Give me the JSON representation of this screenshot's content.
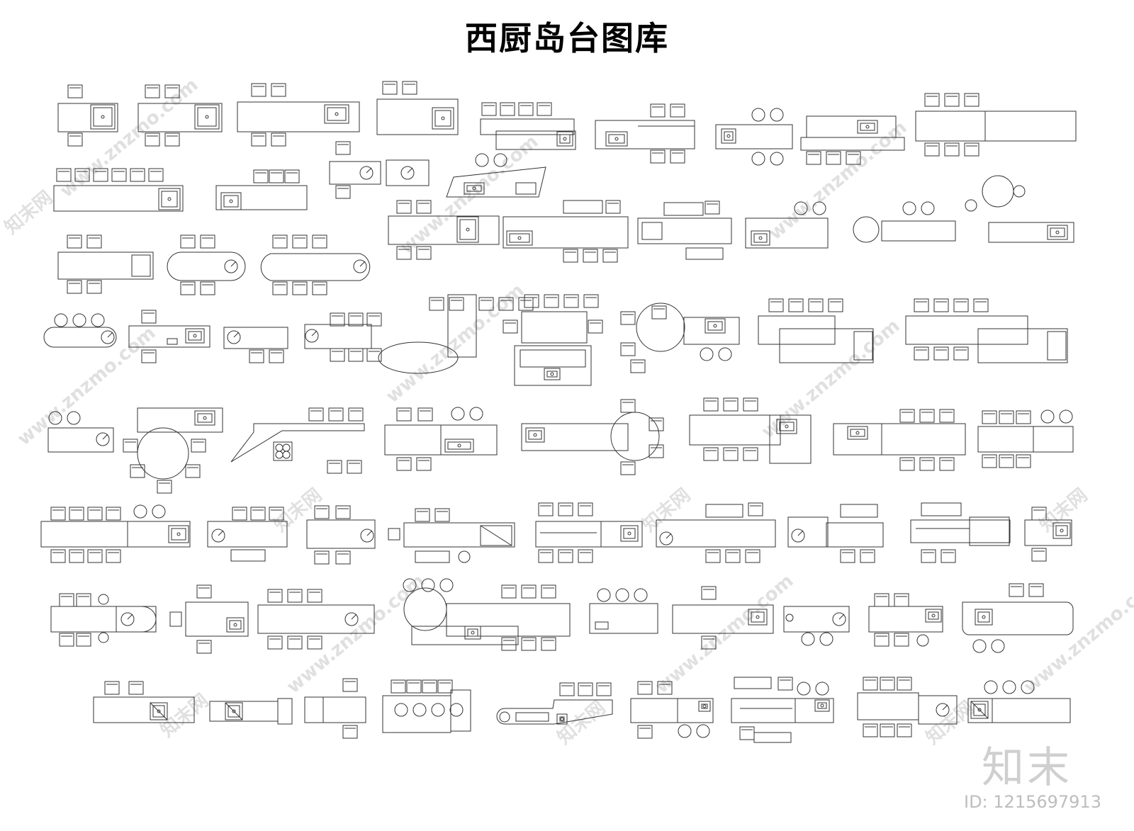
{
  "title": "西厨岛台图库",
  "watermark": {
    "site": "www.znzmo.com",
    "brand": "知末网"
  },
  "logo_text": "知末",
  "image_id": "ID: 1215697913",
  "colors": {
    "line": "#333333",
    "background": "#ffffff",
    "watermark": "#c8c8c8"
  }
}
